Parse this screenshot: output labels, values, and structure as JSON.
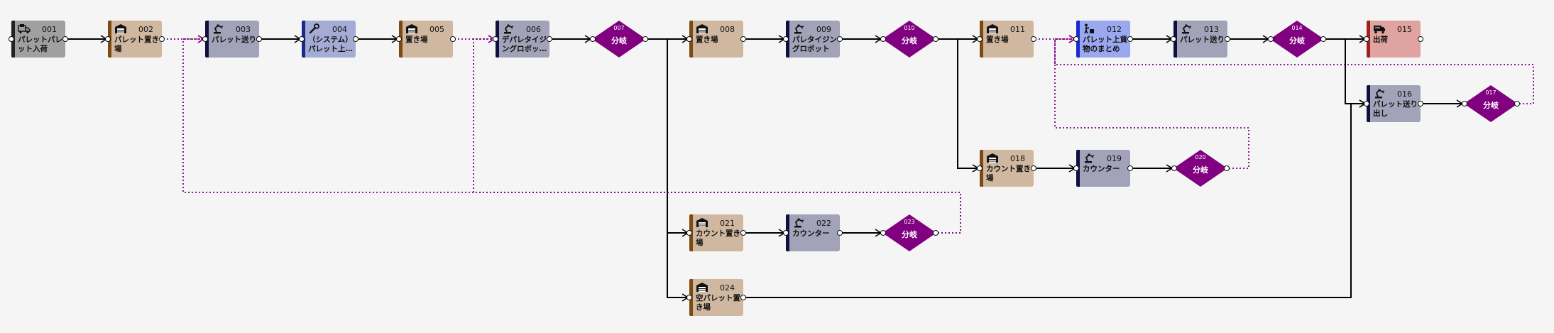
{
  "colors": {
    "gray": {
      "bg": "#a0a0a0",
      "bar": "#222222"
    },
    "tan": {
      "bg": "#d0b8a0",
      "bar": "#7a4a10"
    },
    "slate": {
      "bg": "#a2a2b8",
      "bar": "#101040"
    },
    "blue": {
      "bg": "#a4acd6",
      "bar": "#18288c"
    },
    "bright": {
      "bg": "#9aa8f0",
      "bar": "#1a2ad0"
    },
    "red": {
      "bg": "#e0a4a0",
      "bar": "#a02020"
    },
    "decision": "#800080",
    "edge": "#000000"
  },
  "nodes": [
    {
      "id": "001",
      "label": "パレットパレット入荷",
      "color": "gray",
      "icon": "truck-icon"
    },
    {
      "id": "002",
      "label": "パレット置き場",
      "color": "tan",
      "icon": "warehouse-icon"
    },
    {
      "id": "003",
      "label": "パレット送り",
      "color": "slate",
      "icon": "robot-arm-icon"
    },
    {
      "id": "004",
      "label": "（システム）パレット上…",
      "color": "blue",
      "icon": "wrench-icon"
    },
    {
      "id": "005",
      "label": "置き場",
      "color": "tan",
      "icon": "warehouse-icon"
    },
    {
      "id": "006",
      "label": "デパレタイジングロボッ…",
      "color": "slate",
      "icon": "robot-arm-icon"
    },
    {
      "id": "008",
      "label": "置き場",
      "color": "tan",
      "icon": "warehouse-icon"
    },
    {
      "id": "009",
      "label": "パレタイジングロボット",
      "color": "slate",
      "icon": "robot-arm-icon"
    },
    {
      "id": "011",
      "label": "置き場",
      "color": "tan",
      "icon": "warehouse-icon"
    },
    {
      "id": "012",
      "label": "パレット上貨物のまとめ",
      "color": "bright",
      "icon": "worker-icon"
    },
    {
      "id": "013",
      "label": "パレット送り",
      "color": "slate",
      "icon": "robot-arm-icon"
    },
    {
      "id": "015",
      "label": "出荷",
      "color": "red",
      "icon": "shipping-truck-icon"
    },
    {
      "id": "016",
      "label": "パレット送り出し",
      "color": "slate",
      "icon": "robot-arm-icon"
    },
    {
      "id": "018",
      "label": "カウント置き場",
      "color": "tan",
      "icon": "warehouse-icon"
    },
    {
      "id": "019",
      "label": "カウンター",
      "color": "slate",
      "icon": "robot-arm-icon"
    },
    {
      "id": "021",
      "label": "カウント置き場",
      "color": "tan",
      "icon": "warehouse-icon"
    },
    {
      "id": "022",
      "label": "カウンター",
      "color": "slate",
      "icon": "robot-arm-icon"
    },
    {
      "id": "024",
      "label": "空パレット置き場",
      "color": "tan",
      "icon": "warehouse-icon"
    }
  ],
  "decisions": [
    {
      "id": "007",
      "label": "分岐"
    },
    {
      "id": "010",
      "label": "分岐"
    },
    {
      "id": "014",
      "label": "分岐"
    },
    {
      "id": "017",
      "label": "分岐"
    },
    {
      "id": "020",
      "label": "分岐"
    },
    {
      "id": "023",
      "label": "分岐"
    }
  ],
  "edges": [
    {
      "from": "001",
      "to": "002",
      "style": "solid"
    },
    {
      "from": "002",
      "to": "003",
      "style": "dotted"
    },
    {
      "from": "003",
      "to": "004",
      "style": "solid"
    },
    {
      "from": "004",
      "to": "005",
      "style": "solid"
    },
    {
      "from": "005",
      "to": "006",
      "style": "dotted"
    },
    {
      "from": "006",
      "to": "007",
      "style": "solid"
    },
    {
      "from": "007",
      "to": "008",
      "style": "solid"
    },
    {
      "from": "007",
      "to": "021",
      "style": "solid"
    },
    {
      "from": "007",
      "to": "024",
      "style": "solid"
    },
    {
      "from": "008",
      "to": "009",
      "style": "solid"
    },
    {
      "from": "009",
      "to": "010",
      "style": "solid"
    },
    {
      "from": "010",
      "to": "011",
      "style": "solid"
    },
    {
      "from": "010",
      "to": "018",
      "style": "solid"
    },
    {
      "from": "011",
      "to": "012",
      "style": "dotted"
    },
    {
      "from": "012",
      "to": "013",
      "style": "solid"
    },
    {
      "from": "013",
      "to": "014",
      "style": "solid"
    },
    {
      "from": "014",
      "to": "015",
      "style": "solid"
    },
    {
      "from": "014",
      "to": "016",
      "style": "solid"
    },
    {
      "from": "016",
      "to": "017",
      "style": "solid"
    },
    {
      "from": "017",
      "to": "012",
      "style": "dotted"
    },
    {
      "from": "018",
      "to": "019",
      "style": "solid"
    },
    {
      "from": "019",
      "to": "020",
      "style": "solid"
    },
    {
      "from": "020",
      "to": "012",
      "style": "dotted"
    },
    {
      "from": "021",
      "to": "022",
      "style": "solid"
    },
    {
      "from": "022",
      "to": "023",
      "style": "solid"
    },
    {
      "from": "023",
      "to": "003",
      "style": "dotted"
    },
    {
      "from": "023",
      "to": "006",
      "style": "dotted"
    },
    {
      "from": "024",
      "to": "016",
      "style": "solid"
    }
  ]
}
